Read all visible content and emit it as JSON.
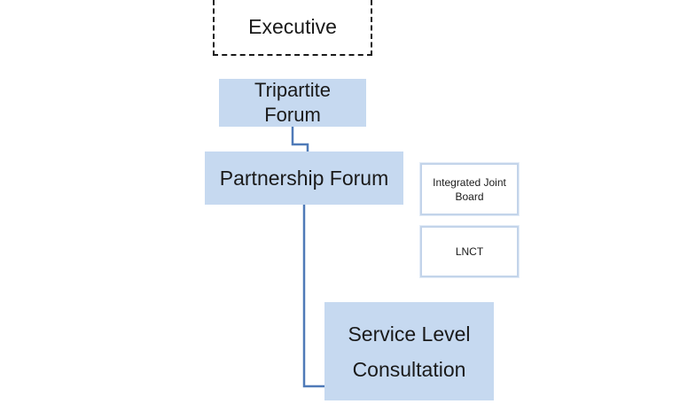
{
  "diagram": {
    "nodes": {
      "executive": "Executive",
      "tripartite": "Tripartite\nForum",
      "partnership": "Partnership Forum",
      "integrated_joint_board": "Integrated Joint\nBoard",
      "lnct": "LNCT",
      "service_level": "Service Level\nConsultation"
    },
    "colors": {
      "box_fill": "#c6d9f0",
      "connector": "#4f7ab8",
      "outline_box_border": "#c3d4ea",
      "dashed_border": "#1a1a1a"
    }
  }
}
